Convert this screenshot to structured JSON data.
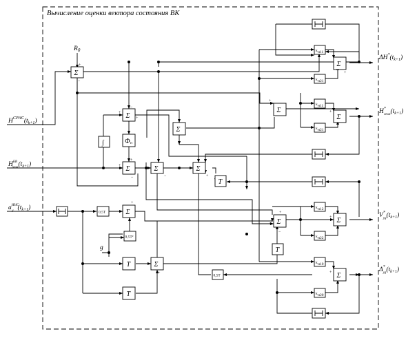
{
  "title": "Вычисление оценки вектора состояния ВК",
  "symbols": {
    "sum": "Σ",
    "T": "T",
    "half_T": "0,5T",
    "half_T2": "0,5T²",
    "integrator": "∫",
    "phi": "Φ",
    "phi_sub": "н",
    "k": "k",
    "plus": "+",
    "minus": "−"
  },
  "gains": {
    "g1_1": "н11",
    "g2_1": "н21",
    "g1_2": "н11",
    "g2_2": "н21",
    "g1_3": "н12",
    "g2_3": "н22",
    "g1_4": "н10",
    "g2_4": "н20"
  },
  "inputs": {
    "r0": {
      "main": "R",
      "sub": "0"
    },
    "h_srns": {
      "main": "H",
      "sup": "СРНС",
      "arg": "(t",
      "arg_sub": "k+1",
      "arg_end": ")"
    },
    "h_geo": {
      "main": "H",
      "sup": "БВ",
      "sub": "геом",
      "arg": "(t",
      "arg_sub": "k+1",
      "arg_end": ")"
    },
    "a_y": {
      "main": "a",
      "sup": "ИНС",
      "sub": "y",
      "arg": "(t",
      "arg_sub": "k+1",
      "arg_end": ")"
    },
    "g": {
      "main": "g"
    }
  },
  "outputs": {
    "dh": {
      "main": "ΔH",
      "sup": "*",
      "arg": "(t",
      "arg_sub": "k+1",
      "arg_end": ")"
    },
    "h_geo_out": {
      "main": "H",
      "sup": "*",
      "sub": "геом",
      "arg": "(t",
      "arg_sub": "k+1",
      "arg_end": ")"
    },
    "v_yg": {
      "main": "V",
      "sup": "*",
      "sub": "yg",
      "arg": "(t",
      "arg_sub": "k+1",
      "arg_end": ")"
    },
    "delta_yg": {
      "main": "Δ",
      "sup": "*",
      "sub": "yg",
      "arg": "(t",
      "arg_sub": "k+1",
      "arg_end": ")"
    }
  }
}
